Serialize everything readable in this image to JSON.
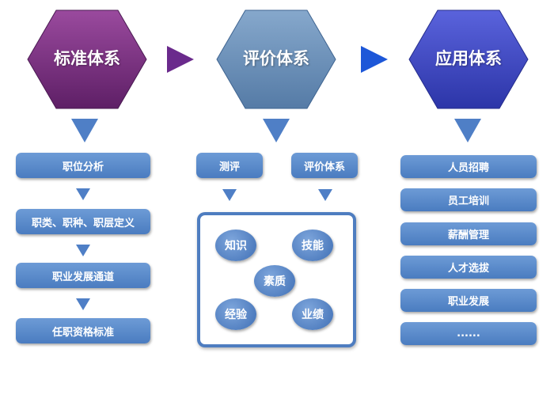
{
  "colors": {
    "hex_standard": "#7a2f80",
    "hex_evaluation": "#6f93b8",
    "hex_application": "#3c46c8",
    "arrow_purple": "#6a2a8c",
    "arrow_blue": "#1d57d8",
    "box": "#4f7fc6"
  },
  "columns": {
    "standard": {
      "title": "标准体系",
      "items": [
        "职位分析",
        "职类、职种、职层定义",
        "职业发展通道",
        "任职资格标准"
      ]
    },
    "evaluation": {
      "title": "评价体系",
      "sub": [
        "测评",
        "评价体系"
      ],
      "circles": {
        "knowledge": "知识",
        "skills": "技能",
        "quality": "素质",
        "experience": "经验",
        "performance": "业绩"
      }
    },
    "application": {
      "title": "应用体系",
      "items": [
        "人员招聘",
        "员工培训",
        "薪酬管理",
        "人才选拔",
        "职业发展",
        "......"
      ]
    }
  }
}
